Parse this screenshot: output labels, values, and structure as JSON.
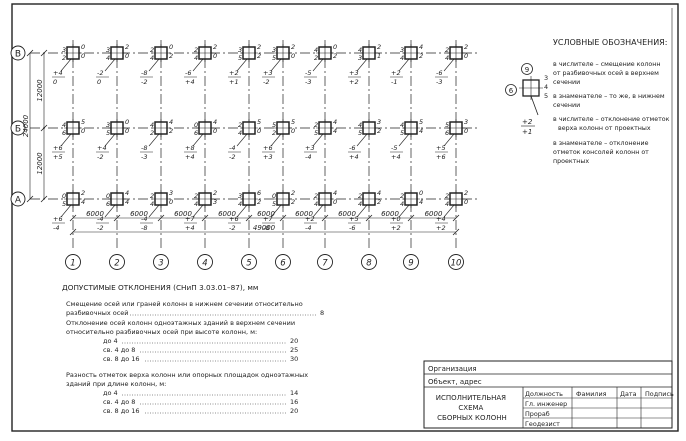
{
  "axes": {
    "rows": [
      "В",
      "Б",
      "А"
    ],
    "columns": [
      "1",
      "2",
      "3",
      "4",
      "5",
      "6",
      "7",
      "8",
      "9",
      "10"
    ],
    "spans": [
      "6000",
      "6000",
      "6000",
      "6000",
      "6000",
      "6000",
      "6000",
      "6000",
      "6000"
    ],
    "total_length": "49000",
    "row_spans": [
      "12000",
      "12000"
    ],
    "total_height": "24000"
  },
  "legend": {
    "title": "УСЛОВНЫЕ ОБОЗНАЧЕНИЯ:",
    "sample_col": "9",
    "sample_row": "6",
    "sample_top": "3",
    "sample_right": "4",
    "sample_bottom": "5",
    "sample_dev_num": "+2",
    "sample_dev_den": "+1",
    "item1": [
      "в числителе – смещение колонн",
      "от разбивочных осей в верхнем",
      "сечении"
    ],
    "item2": [
      "в знаменателе – то же, в нижнем",
      "сечении"
    ],
    "item3": [
      "в числителе – отклонение отметок",
      "верха колонн от проектных"
    ],
    "item4": [
      "в знаменателе – отклонение",
      "отметок консолей колонн от",
      "проектных"
    ]
  },
  "tolerances": {
    "title": "ДОПУСТИМЫЕ ОТКЛОНЕНИЯ (СНиП 3.03.01–87), мм",
    "l1": "Смещение осей или граней колонн в нижнем сечении относительно",
    "l2": "разбивочных осей",
    "l2v": "8",
    "l3": "Отклонение осей колонн одноэтажных зданий в верхнем сечении",
    "l4": "относительно разбивочных осей при высоте колонн, м:",
    "l5": "до 4",
    "l5v": "20",
    "l6": "св. 4 до 8",
    "l6v": "25",
    "l7": "св. 8 до 16",
    "l7v": "30",
    "l8": "Разность отметок верха колонн или опорных площадок одноэтажных",
    "l9": "зданий при длине колонн, м:",
    "l10": "до 4",
    "l10v": "14",
    "l11": "св. 4 до 8",
    "l11v": "16",
    "l12": "св. 8 до 16",
    "l12v": "20"
  },
  "stamp": {
    "organization": "Организация",
    "object": "Объект, адрес",
    "title": [
      "ИСПОЛНИТЕЛЬНАЯ",
      "СХЕМА",
      "СБОРНЫХ КОЛОНН"
    ],
    "h_position": "Должность",
    "h_name": "Фамилия",
    "h_date": "Дата",
    "h_sign": "Подпись",
    "roles": [
      "Гл. инженер",
      "Прораб",
      "Геодезист"
    ]
  },
  "marks": {
    "row_top": [
      {
        "a": "3",
        "b": "2",
        "c": "0",
        "e": "0",
        "p": "+4",
        "q": "0"
      },
      {
        "a": "3",
        "b": "4",
        "c": "2",
        "e": "0",
        "p": "-2",
        "q": "0"
      },
      {
        "a": "2",
        "b": "4",
        "c": "0",
        "e": "2",
        "p": "-8",
        "q": "-2"
      },
      {
        "a": "2",
        "b": "4",
        "c": "2",
        "e": "0",
        "p": "-6",
        "q": "+4"
      },
      {
        "a": "3",
        "b": "5",
        "c": "2",
        "e": "2",
        "p": "+2",
        "q": "+1"
      },
      {
        "a": "3",
        "b": "5",
        "c": "2",
        "e": "0",
        "p": "+3",
        "q": "-2"
      },
      {
        "a": "4",
        "b": "2",
        "c": "0",
        "e": "2",
        "p": "-5",
        "q": "-3"
      },
      {
        "a": "4",
        "b": "3",
        "c": "2",
        "e": "1",
        "p": "+3",
        "q": "+2"
      },
      {
        "a": "3",
        "b": "4",
        "c": "4",
        "e": "2",
        "p": "+2",
        "q": "-1"
      },
      {
        "a": "2",
        "b": "4",
        "c": "2",
        "e": "0",
        "p": "-6",
        "q": "-3"
      }
    ],
    "row_mid": [
      {
        "a": "4",
        "b": "6",
        "c": "5",
        "e": "0",
        "p": "+6",
        "q": "+5"
      },
      {
        "a": "3",
        "b": "5",
        "c": "0",
        "e": "0",
        "p": "+4",
        "q": "-2"
      },
      {
        "a": "4",
        "b": "2",
        "c": "4",
        "e": "2",
        "p": "-8",
        "q": "-3"
      },
      {
        "a": "0",
        "b": "6",
        "c": "4",
        "e": "0",
        "p": "+8",
        "q": "+4"
      },
      {
        "a": "2",
        "b": "4",
        "c": "5",
        "e": "0",
        "p": "-4",
        "q": "-2"
      },
      {
        "a": "5",
        "b": "2",
        "c": "5",
        "e": "0",
        "p": "+6",
        "q": "+3"
      },
      {
        "a": "2",
        "b": "5",
        "c": "4",
        "e": "4",
        "p": "+3",
        "q": "-4"
      },
      {
        "a": "4",
        "b": "5",
        "c": "3",
        "e": "2",
        "p": "-6",
        "q": "+4"
      },
      {
        "a": "4",
        "b": "5",
        "c": "5",
        "e": "4",
        "p": "-5",
        "q": "+4"
      },
      {
        "a": "5",
        "b": "6",
        "c": "3",
        "e": "0",
        "p": "+5",
        "q": "+6"
      }
    ],
    "row_bot": [
      {
        "a": "0",
        "b": "5",
        "c": "2",
        "e": "4",
        "p": "+6",
        "q": "-4"
      },
      {
        "a": "0",
        "b": "6",
        "c": "4",
        "e": "4",
        "p": "-4",
        "q": "-2"
      },
      {
        "a": "2",
        "b": "4",
        "c": "3",
        "e": "0",
        "p": "-4",
        "q": "-8"
      },
      {
        "a": "2",
        "b": "4",
        "c": "2",
        "e": "3",
        "p": "+7",
        "q": "+4"
      },
      {
        "a": "3",
        "b": "4",
        "c": "6",
        "e": "2",
        "p": "+6",
        "q": "-2"
      },
      {
        "a": "0",
        "b": "5",
        "c": "2",
        "e": "2",
        "p": "+7",
        "q": "-8"
      },
      {
        "a": "2",
        "b": "4",
        "c": "4",
        "e": "0",
        "p": "+2",
        "q": "-4"
      },
      {
        "a": "2",
        "b": "4",
        "c": "4",
        "e": "2",
        "p": "+5",
        "q": "-6"
      },
      {
        "a": "2",
        "b": "4",
        "c": "0",
        "e": "4",
        "p": "+0",
        "q": "+2"
      },
      {
        "a": "2",
        "b": "4",
        "c": "2",
        "e": "0",
        "p": "+4",
        "q": "+2"
      }
    ]
  }
}
